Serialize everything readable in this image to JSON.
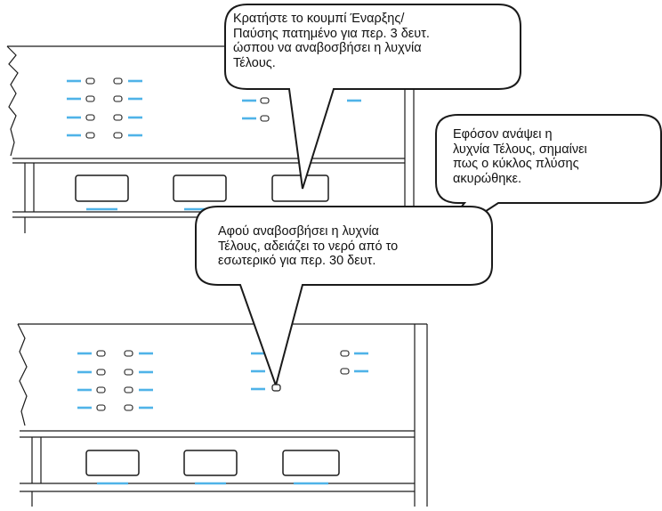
{
  "callouts": {
    "hold_start_pause": "Κρατήστε το κουμπί Έναρξης/\nΠαύσης πατημένο για περ. 3 δευτ.\nώσπου να αναβοσβήσει η λυχνία\nΤέλους.",
    "cycle_cancelled": "Εφόσον ανάψει η\nλυχνία Τέλους, σημαίνει\nπως ο κύκλος πλύσης\nακυρώθηκε.",
    "drain_water": "Αφού αναβοσβήσει η λυχνία\nΤέλους, αδειάζει το νερό από το\nεσωτερικό για περ. 30 δευτ."
  },
  "colors": {
    "outline": "#1a1a1a",
    "indicator_accent": "#4fb3e8",
    "background": "#ffffff"
  },
  "panels": [
    {
      "name": "top-panel",
      "buttons": 3,
      "indicator_rows": 4
    },
    {
      "name": "bottom-panel",
      "buttons": 3,
      "indicator_rows": 4
    }
  ]
}
